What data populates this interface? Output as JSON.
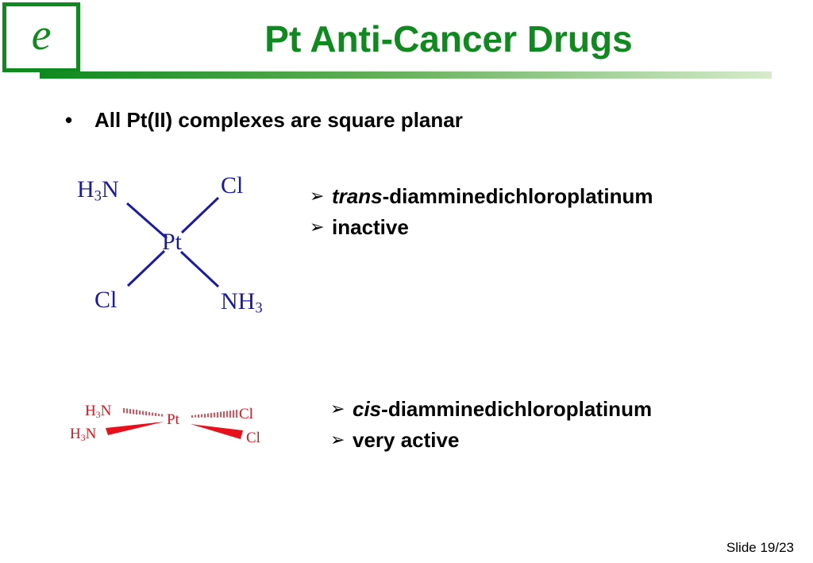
{
  "header": {
    "logo_letter": "e",
    "title": "Pt Anti-Cancer Drugs"
  },
  "bullet": {
    "symbol": "•",
    "text": "All Pt(II) complexes are square planar"
  },
  "trans_structure": {
    "center": "Pt",
    "top_left": {
      "main": "H",
      "sub": "3",
      "tail": "N"
    },
    "top_right": "Cl",
    "bottom_left": "Cl",
    "bottom_right": {
      "main": "NH",
      "sub": "3"
    }
  },
  "trans_info": {
    "arrow": "➢",
    "line1_italic": "trans",
    "line1_rest": "-diamminedichloroplatinum",
    "line2": "inactive"
  },
  "cis_structure": {
    "center": "Pt",
    "upper_left": {
      "main": "H",
      "sub": "3",
      "tail": "N"
    },
    "lower_left": {
      "main": "H",
      "sub": "3",
      "tail": "N"
    },
    "upper_right": "Cl",
    "lower_right": "Cl"
  },
  "cis_info": {
    "arrow": "➢",
    "line1_italic": "cis",
    "line1_rest": "-diamminedichloroplatinum",
    "line2": "very active"
  },
  "footer": {
    "slide_label": "Slide 19/23"
  },
  "colors": {
    "accent_green": "#0f8a1e",
    "structure_blue": "#1a1aa6",
    "structure_red": "#e8111b"
  }
}
